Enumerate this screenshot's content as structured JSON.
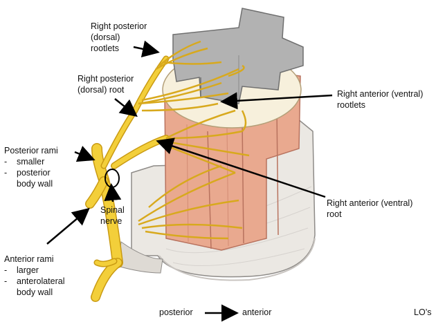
{
  "labels": {
    "posterior_rootlets": "Right posterior\n(dorsal)\nrootlets",
    "posterior_root": "Right posterior\n(dorsal) root",
    "anterior_rootlets": "Right anterior (ventral)\nrootlets",
    "anterior_root": "Right anterior (ventral)\nroot",
    "spinal_nerve": "Spinal\nnerve"
  },
  "posterior_rami": {
    "title": "Posterior rami",
    "items": [
      "smaller",
      "posterior\nbody wall"
    ]
  },
  "anterior_rami": {
    "title": "Anterior rami",
    "items": [
      "larger",
      "anterolateral\nbody wall"
    ]
  },
  "orientation": {
    "from": "posterior",
    "to": "anterior"
  },
  "credit": "LO’s",
  "colors": {
    "nerve": "#f3cf3a",
    "nerve_edge": "#c99a12",
    "muscle": "#e9a98f",
    "dura": "#e6e4e0",
    "bone": "#a9a9a9",
    "cord_top": "#f7f0dc"
  }
}
